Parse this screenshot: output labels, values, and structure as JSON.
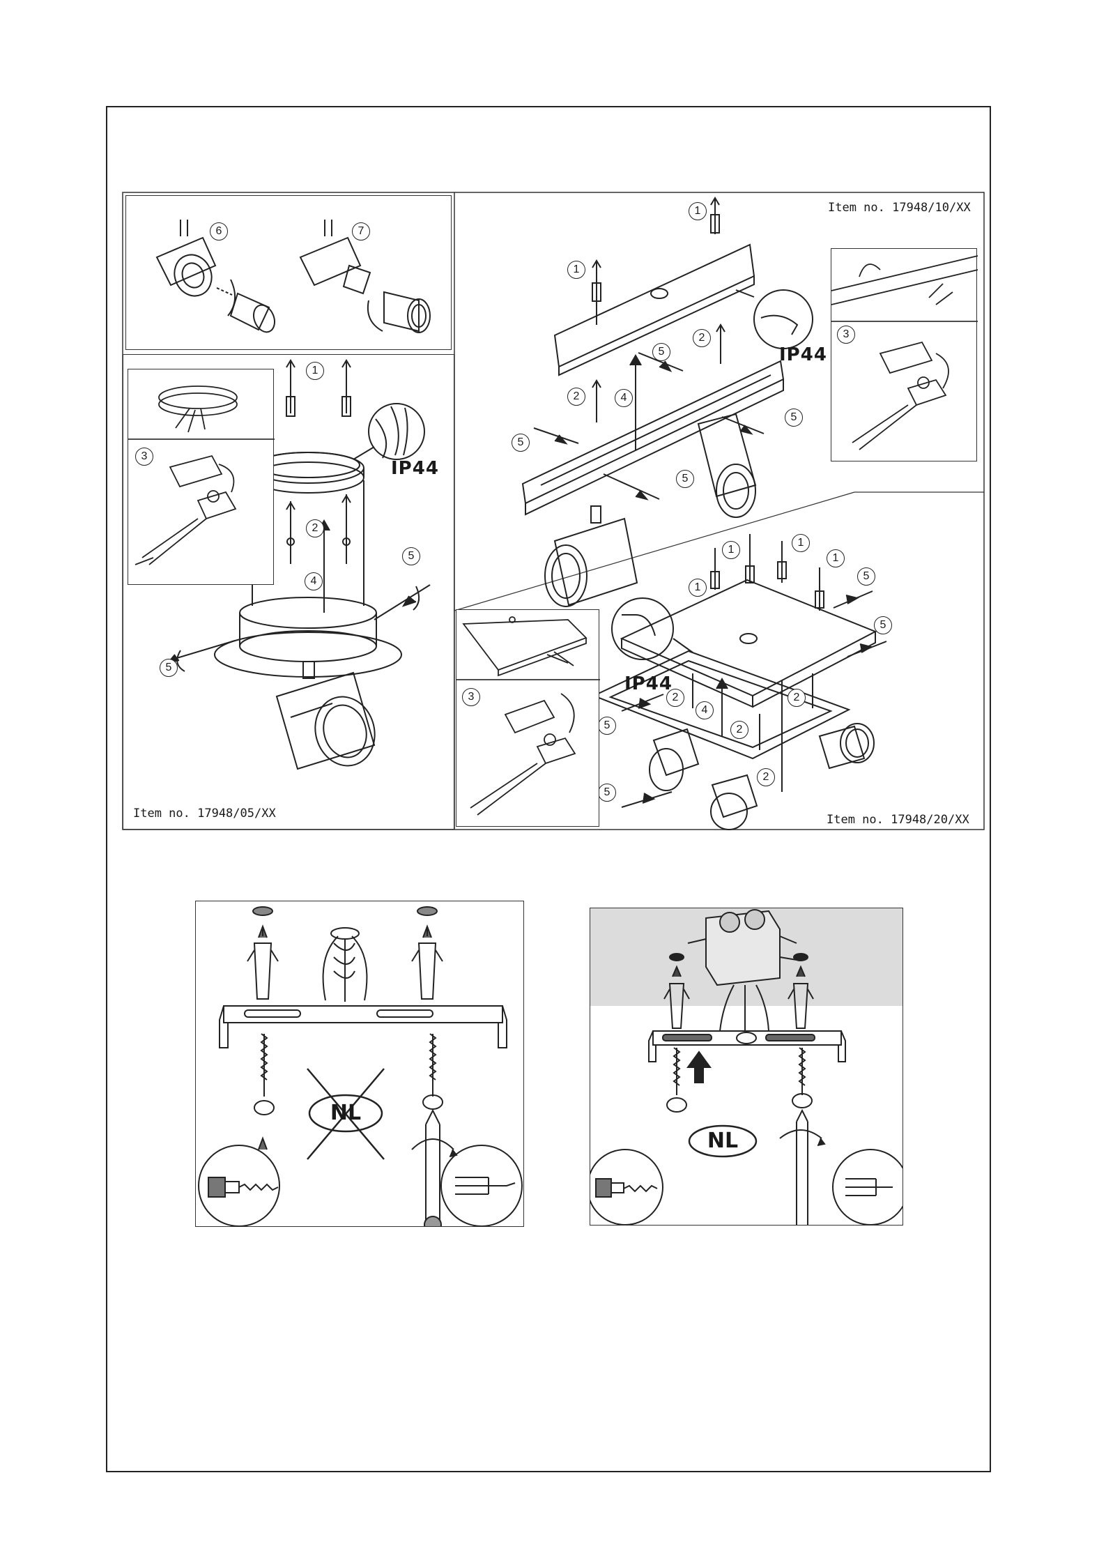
{
  "labels": {
    "ip_rating": "IP44",
    "item_single": "Item no. 17948/05/XX",
    "item_bar": "Item no. 17948/10/XX",
    "item_square": "Item no. 17948/20/XX",
    "nl_mark": "NL"
  },
  "step_numbers": {
    "one": "1",
    "two": "2",
    "three": "3",
    "four": "4",
    "five": "5",
    "six": "6",
    "seven": "7"
  },
  "colors": {
    "line": "#222222",
    "ceiling_shade": "#dcdcdc"
  }
}
